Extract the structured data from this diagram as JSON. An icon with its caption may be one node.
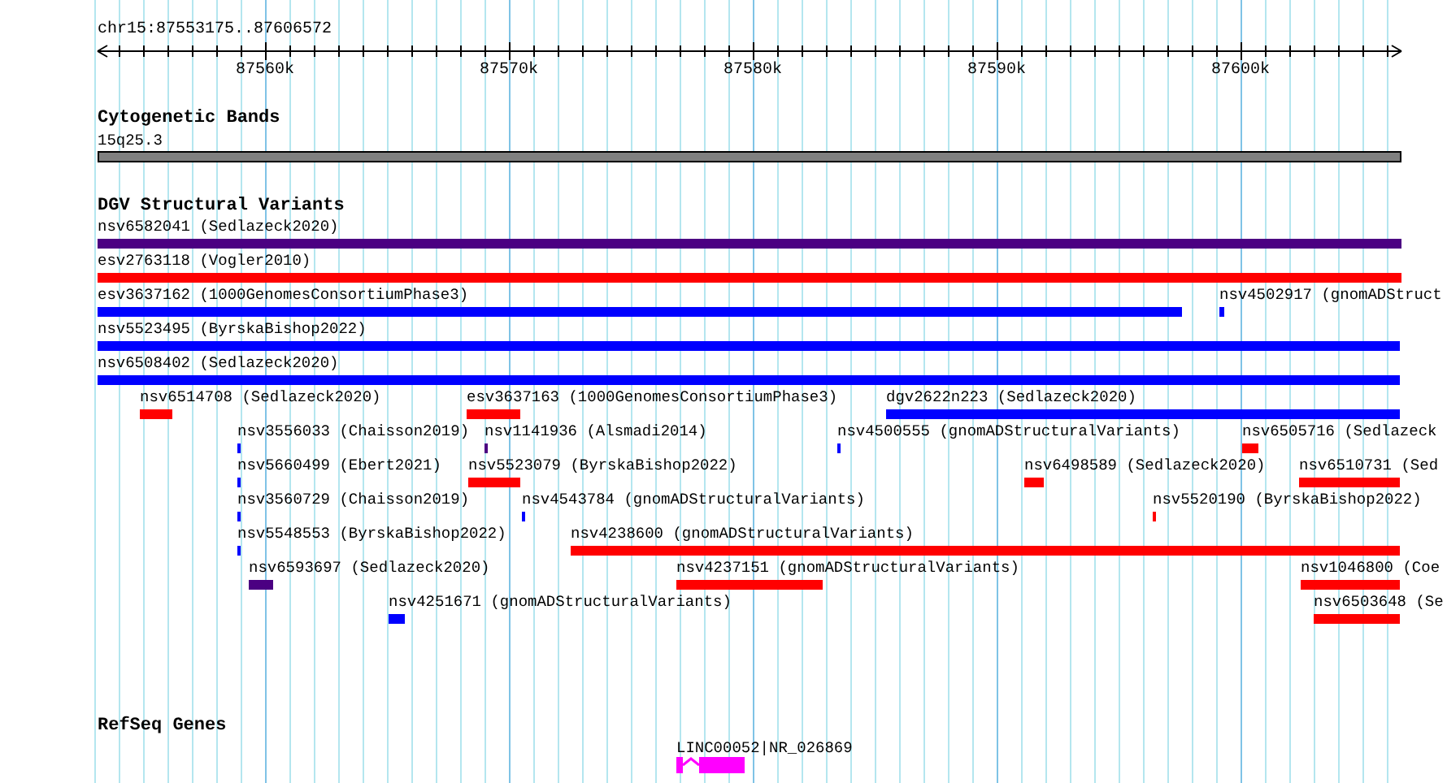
{
  "diagram": {
    "nodes": [
      {
        "text": [
          "15q25.3"
        ]
      },
      {
        "text": [
          "nsv6582041 (Sedlazeck2020)"
        ]
      },
      {
        "text": [
          "esv2763118 (Vogler2010)"
        ]
      },
      {
        "text": [
          "esv3637162 (1000GenomesConsortiumPhase3)"
        ]
      },
      {
        "text": [
          "nsv4502917 (gnomADStruct"
        ]
      },
      {
        "text": [
          "nsv5523495 (ByrskaBishop2022)"
        ]
      },
      {
        "text": [
          "nsv6508402 (Sedlazeck2020)"
        ]
      },
      {
        "text": [
          "nsv6514708 (Sedlazeck2020)"
        ]
      },
      {
        "text": [
          "esv3637163 (1000GenomesConsortiumPhase3)"
        ]
      },
      {
        "text": [
          "dgv2622n223 (Sedlazeck2020)"
        ]
      },
      {
        "text": [
          "nsv3556033 (Chaisson2019)"
        ]
      },
      {
        "text": [
          "nsv1141936 (Alsmadi2014)"
        ]
      },
      {
        "text": [
          "nsv4500555 (gnomADStructuralVariants)"
        ]
      },
      {
        "text": [
          "nsv6505716 (Sedlazeck"
        ]
      },
      {
        "text": [
          "nsv5660499 (Ebert2021)"
        ]
      },
      {
        "text": [
          "nsv5523079 (ByrskaBishop2022)"
        ]
      },
      {
        "text": [
          "nsv6498589 (Sedlazeck2020)"
        ]
      },
      {
        "text": [
          "nsv6510731 (Sed"
        ]
      },
      {
        "text": [
          "nsv3560729 (Chaisson2019)"
        ]
      },
      {
        "text": [
          "nsv4543784 (gnomADStructuralVariants)"
        ]
      },
      {
        "text": [
          "nsv5520190 (ByrskaBishop2022)"
        ]
      },
      {
        "text": [
          "nsv5548553 (ByrskaBishop2022)"
        ]
      },
      {
        "text": [
          "nsv4238600 (gnomADStructuralVariants)"
        ]
      },
      {
        "text": [
          "nsv6593697 (Sedlazeck2020)"
        ]
      },
      {
        "text": [
          "nsv4237151 (gnomADStructuralVariants)"
        ]
      },
      {
        "text": [
          "nsv1046800 (Coe"
        ]
      },
      {
        "text": [
          "nsv4251671 (gnomADStructuralVariants)"
        ]
      },
      {
        "text": [
          "nsv6503648 (Se"
        ]
      },
      {
        "text": [
          "LINC00052|NR_026869"
        ]
      }
    ],
    "labels": [
      "chr15:87553175..87606572",
      "87560k",
      "87570k",
      "87580k",
      "87590k",
      "87600k",
      "Cytogenetic Bands",
      "DGV Structural Variants",
      "RefSeq Genes"
    ]
  }
}
